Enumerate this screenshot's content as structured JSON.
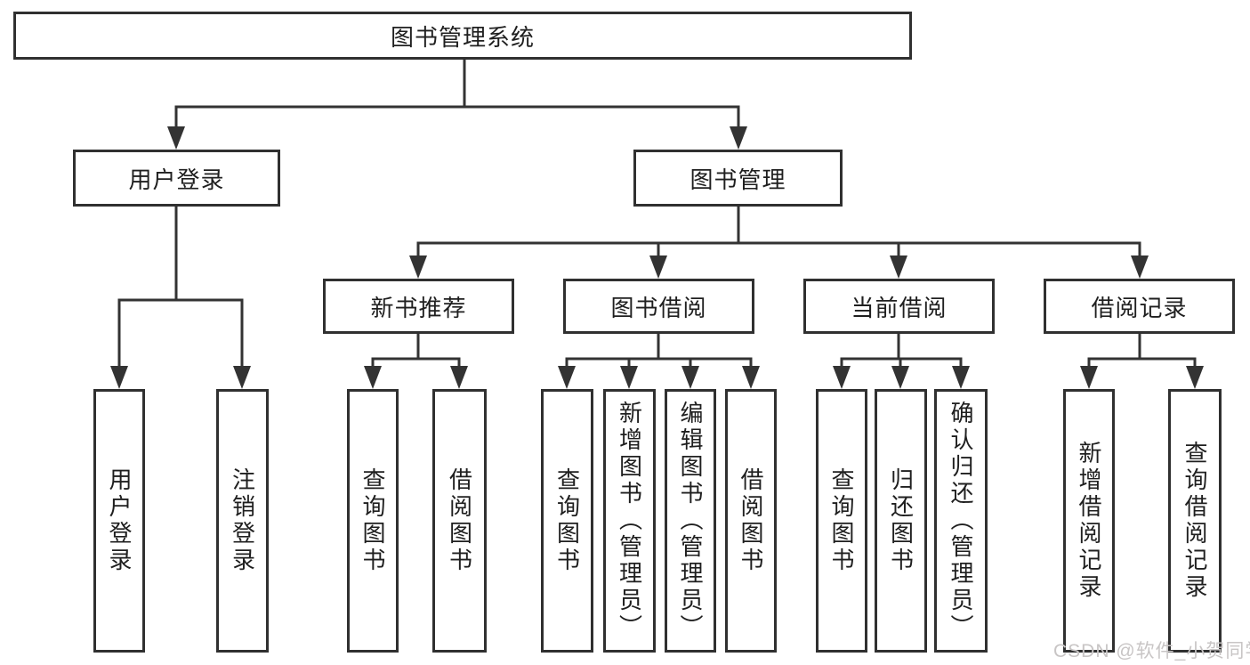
{
  "colors": {
    "line": "#333333",
    "box_border": "#303030",
    "box_fill": "#ffffff",
    "text": "#1f1f1f",
    "watermark": "#c8c5c5"
  },
  "watermark": "CSDN @软件_小贺同学",
  "diagram": {
    "root": "图书管理系统",
    "user_branch": {
      "label": "用户登录",
      "children": [
        "用户登录",
        "注销登录"
      ]
    },
    "management_branch": {
      "label": "图书管理",
      "sections": [
        {
          "label": "新书推荐",
          "children": [
            "查询图书",
            "借阅图书"
          ]
        },
        {
          "label": "图书借阅",
          "children": [
            "查询图书",
            "新增图书（管理员）",
            "编辑图书（管理员）",
            "借阅图书"
          ]
        },
        {
          "label": "当前借阅",
          "children": [
            "查询图书",
            "归还图书",
            "确认归还（管理员）"
          ]
        },
        {
          "label": "借阅记录",
          "children": [
            "新增借阅记录",
            "查询借阅记录"
          ]
        }
      ]
    }
  }
}
